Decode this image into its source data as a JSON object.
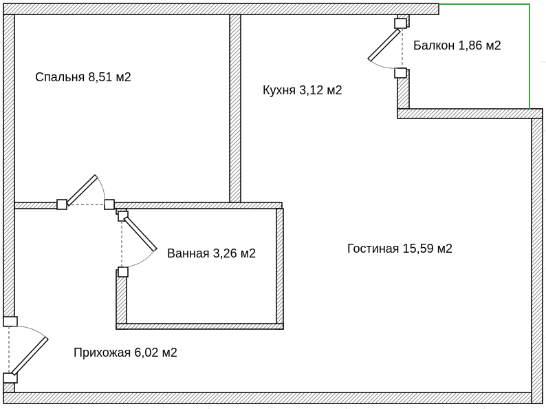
{
  "rooms": {
    "bedroom": "Спальня 8,51 м2",
    "kitchen": "Кухня 3,12 м2",
    "balcony": "Балкон 1,86 м2",
    "bathroom": "Ванная 3,26 м2",
    "living": "Гостиная 15,59 м2",
    "hallway": "Прихожая 6,02 м2"
  },
  "colors": {
    "wall_fill": "#ffffff",
    "wall_hatch": "#5a5a5a",
    "wall_line": "#000000",
    "grid": "#e3e3e3",
    "balcony_edge": "#3aa63a",
    "door_line": "#000000"
  }
}
